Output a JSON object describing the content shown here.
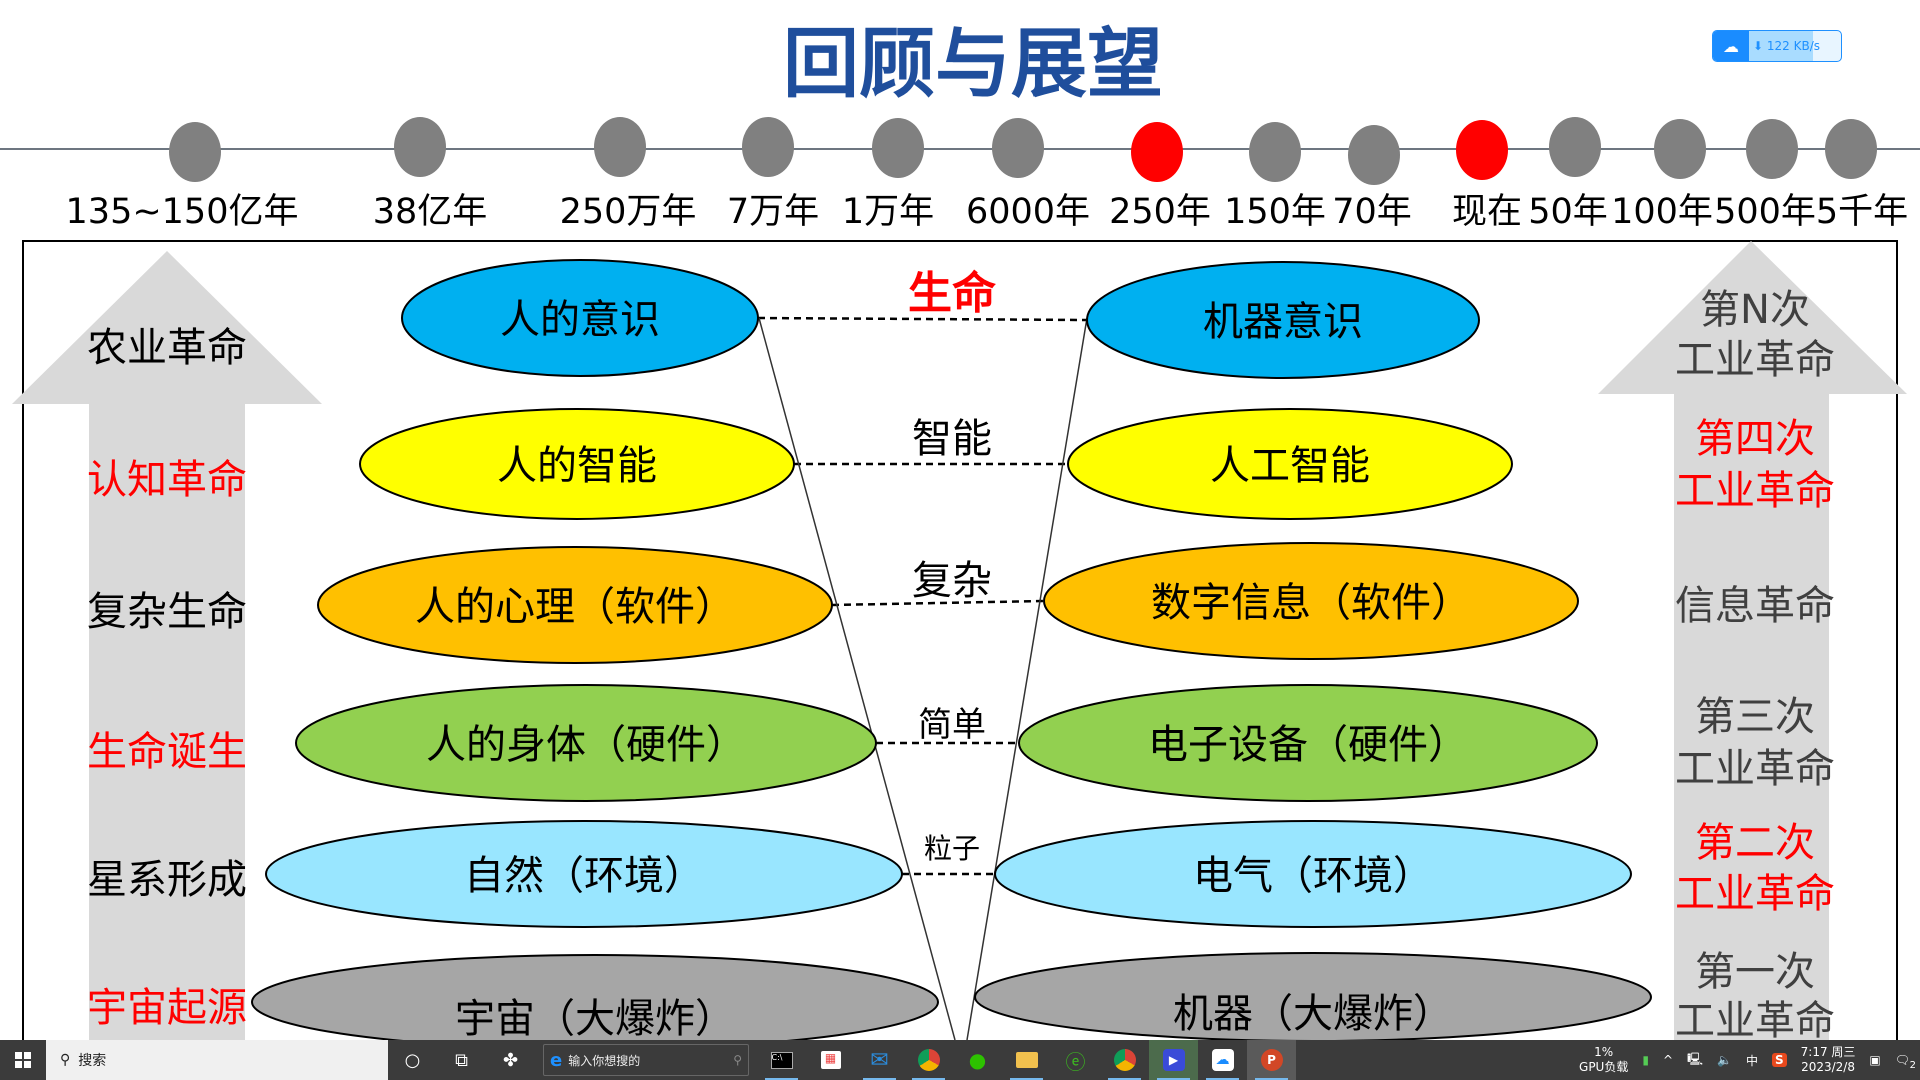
{
  "title": "回顾与展望",
  "colors": {
    "title": "#1f4e9c",
    "red": "#ff0000",
    "gray_dot": "#808080",
    "arrow": "#d9d9d9"
  },
  "timeline": [
    {
      "label": "135~150亿年",
      "highlight": false
    },
    {
      "label": "38亿年",
      "highlight": false
    },
    {
      "label": "250万年",
      "highlight": false
    },
    {
      "label": "7万年",
      "highlight": false
    },
    {
      "label": "1万年",
      "highlight": false
    },
    {
      "label": "6000年",
      "highlight": false
    },
    {
      "label": "250年",
      "highlight": true
    },
    {
      "label": "150年",
      "highlight": false
    },
    {
      "label": "70年",
      "highlight": false
    },
    {
      "label": "现在",
      "highlight": true
    },
    {
      "label": "50年",
      "highlight": false
    },
    {
      "label": "100年",
      "highlight": false
    },
    {
      "label": "500年",
      "highlight": false
    },
    {
      "label": "5千年",
      "highlight": false
    }
  ],
  "left_levels": [
    {
      "label": "农业革命",
      "red": false
    },
    {
      "label": "认知革命",
      "red": true
    },
    {
      "label": "复杂生命",
      "red": false
    },
    {
      "label": "生命诞生",
      "red": true
    },
    {
      "label": "星系形成",
      "red": false
    },
    {
      "label": "宇宙起源",
      "red": true
    }
  ],
  "right_levels": [
    {
      "line1": "第N次",
      "line2": "工业革命",
      "red": false
    },
    {
      "line1": "第四次",
      "line2": "工业革命",
      "red": true
    },
    {
      "line1": "信息革命",
      "line2": "",
      "red": false
    },
    {
      "line1": "第三次",
      "line2": "工业革命",
      "red": false
    },
    {
      "line1": "第二次",
      "line2": "工业革命",
      "red": true
    },
    {
      "line1": "第一次",
      "line2": "工业革命",
      "red": false
    }
  ],
  "rows": [
    {
      "human": "人的意识",
      "machine": "机器意识",
      "link": "生命",
      "color": "#00b0f0"
    },
    {
      "human": "人的智能",
      "machine": "人工智能",
      "link": "智能",
      "color": "#ffff00"
    },
    {
      "human": "人的心理（软件）",
      "machine": "数字信息（软件）",
      "link": "复杂",
      "color": "#ffc000"
    },
    {
      "human": "人的身体（硬件）",
      "machine": "电子设备（硬件）",
      "link": "简单",
      "color": "#92d050"
    },
    {
      "human": "自然（环境）",
      "machine": "电气（环境）",
      "link": "粒子",
      "color": "#99e6ff"
    },
    {
      "human": "宇宙（大爆炸）",
      "machine": "机器（大爆炸）",
      "link": "",
      "color": "#a6a6a6"
    }
  ],
  "net_widget": {
    "speed": "⬇ 122 KB/s"
  },
  "taskbar": {
    "search_label": "搜索",
    "ie_placeholder": "输入你想搜的",
    "apps": [
      "terminal",
      "store",
      "mail",
      "chrome",
      "wechat",
      "explorer",
      "ie-360",
      "chrome-2",
      "video",
      "baidu-netdisk",
      "powerpoint"
    ],
    "gpu_percent": "1%",
    "gpu_label": "GPU负载",
    "ime": "中",
    "time": "7:17 周三",
    "date": "2023/2/8",
    "notifications": "2"
  }
}
